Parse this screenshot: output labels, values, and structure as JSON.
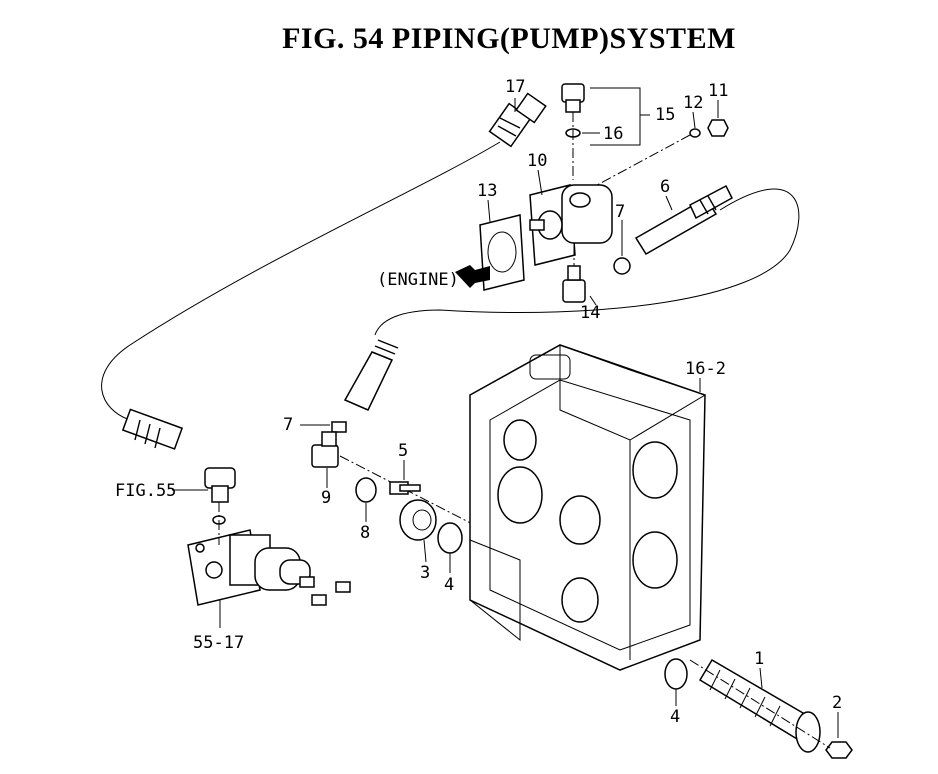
{
  "title": "FIG. 54  PIPING(PUMP)SYSTEM",
  "labels": {
    "p1": "1",
    "p2": "2",
    "p3": "3",
    "p4a": "4",
    "p4b": "4",
    "p5": "5",
    "p6": "6",
    "p7a": "7",
    "p7b": "7",
    "p8": "8",
    "p9": "9",
    "p10": "10",
    "p11": "11",
    "p12": "12",
    "p13": "13",
    "p14": "14",
    "p15": "15",
    "p16": "16",
    "p17": "17",
    "p16_2": "16-2",
    "p55_17": "55-17",
    "fig55": "FIG.55",
    "engine": "(ENGINE)"
  }
}
